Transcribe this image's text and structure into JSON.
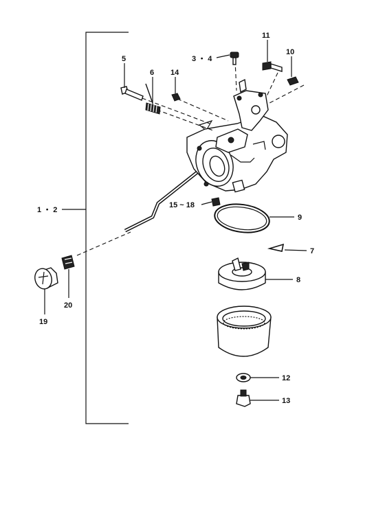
{
  "callouts": {
    "c1_2": "1 ・ 2",
    "c3_4": "3 ・ 4",
    "c5": "5",
    "c6": "6",
    "c7": "7",
    "c8": "8",
    "c9": "9",
    "c10": "10",
    "c11": "11",
    "c12": "12",
    "c13": "13",
    "c14": "14",
    "c15_18": "15 ~ 18",
    "c19": "19",
    "c20": "20"
  }
}
